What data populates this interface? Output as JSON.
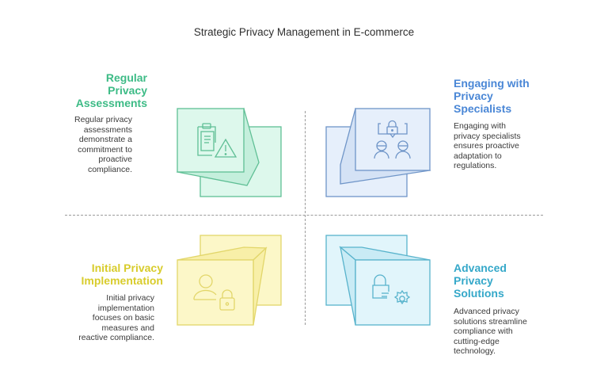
{
  "title": "Strategic Privacy Management in E-commerce",
  "quadrants": [
    {
      "id": "top-left",
      "heading": [
        "Regular",
        "Privacy",
        "Assessments"
      ],
      "description": [
        "Regular privacy",
        "assessments",
        "demonstrate a",
        "commitment to",
        "proactive",
        "compliance."
      ],
      "icon": "clipboard-warning-icon",
      "color": "#3dbb86",
      "fill": "#ddf8ec",
      "stroke": "#5fbf95"
    },
    {
      "id": "top-right",
      "heading": [
        "Engaging with",
        "Privacy",
        "Specialists"
      ],
      "description": [
        "Engaging with",
        "privacy specialists",
        "ensures proactive",
        "adaptation to",
        "regulations."
      ],
      "icon": "specialists-lock-chat-icon",
      "color": "#4a87d6",
      "fill": "#e6effb",
      "stroke": "#6f95c8"
    },
    {
      "id": "bottom-left",
      "heading": [
        "Initial Privacy",
        "Implementation"
      ],
      "description": [
        "Initial privacy",
        "implementation",
        "focuses on basic",
        "measures and",
        "reactive compliance."
      ],
      "icon": "user-lock-icon",
      "color": "#d8cc2c",
      "fill": "#fcf7c8",
      "stroke": "#e2d66a"
    },
    {
      "id": "bottom-right",
      "heading": [
        "Advanced",
        "Privacy",
        "Solutions"
      ],
      "description": [
        "Advanced privacy",
        "solutions streamline",
        "compliance with",
        "cutting-edge",
        "technology."
      ],
      "icon": "lock-gear-icon",
      "color": "#35a8c9",
      "fill": "#e1f5fb",
      "stroke": "#58b3cc"
    }
  ]
}
